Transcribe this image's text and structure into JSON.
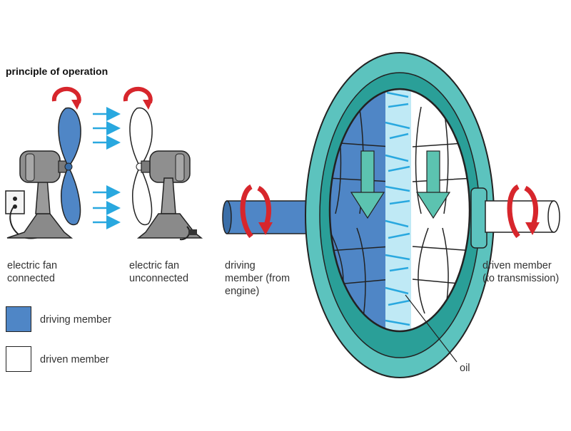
{
  "heading": "principle of operation",
  "labels": {
    "fan_connected": "electric fan\nconnected",
    "fan_unconnected": "electric fan\nunconnected",
    "driving_member": "driving\nmember (from\nengine)",
    "driven_member": "driven member\n(to transmission)",
    "oil": "oil"
  },
  "legend": [
    {
      "label": "driving member",
      "color": "#4f86c6"
    },
    {
      "label": "driven member",
      "color": "#ffffff"
    }
  ],
  "colors": {
    "driving": "#4f86c6",
    "driven": "#ffffff",
    "housing": "#5cc3be",
    "housing_dark": "#2a9f98",
    "fan_body": "#8a8a8a",
    "rotation_arrow": "#d7262c",
    "air_flow": "#29a8df",
    "flow_arrow": "#5cc3b0"
  }
}
